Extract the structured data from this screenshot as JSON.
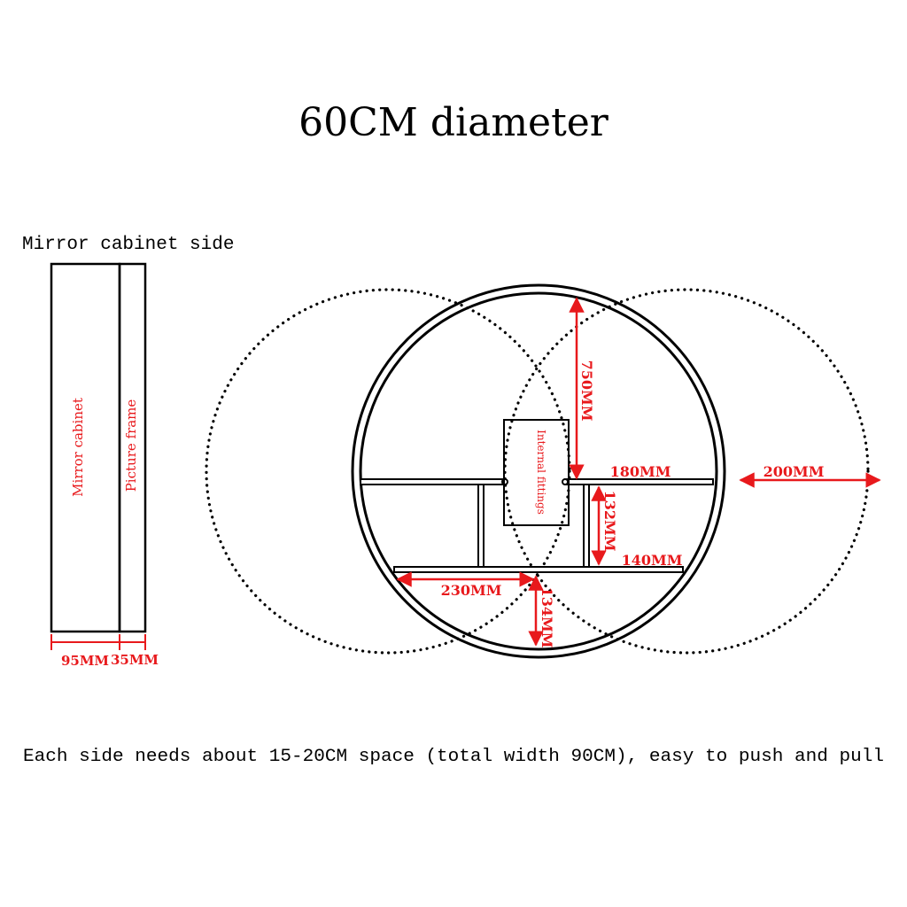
{
  "title": "60CM diameter",
  "side_view": {
    "heading": "Mirror cabinet side",
    "mirror_label": "Mirror cabinet",
    "frame_label": "Picture frame",
    "mirror_depth": "95MM",
    "frame_depth": "35MM"
  },
  "front_view": {
    "internal_label": "Internal fittings",
    "dim_top": "750MM",
    "dim_shelf_right": "180MM",
    "dim_clearance": "200MM",
    "dim_gap": "132MM",
    "dim_lower_shelf": "140MM",
    "dim_left_span": "230MM",
    "dim_bottom": "134MM"
  },
  "footer": "Each side needs about 15-20CM space (total width 90CM), easy to push and pull",
  "colors": {
    "line": "#000000",
    "dimension": "#e8191c"
  }
}
